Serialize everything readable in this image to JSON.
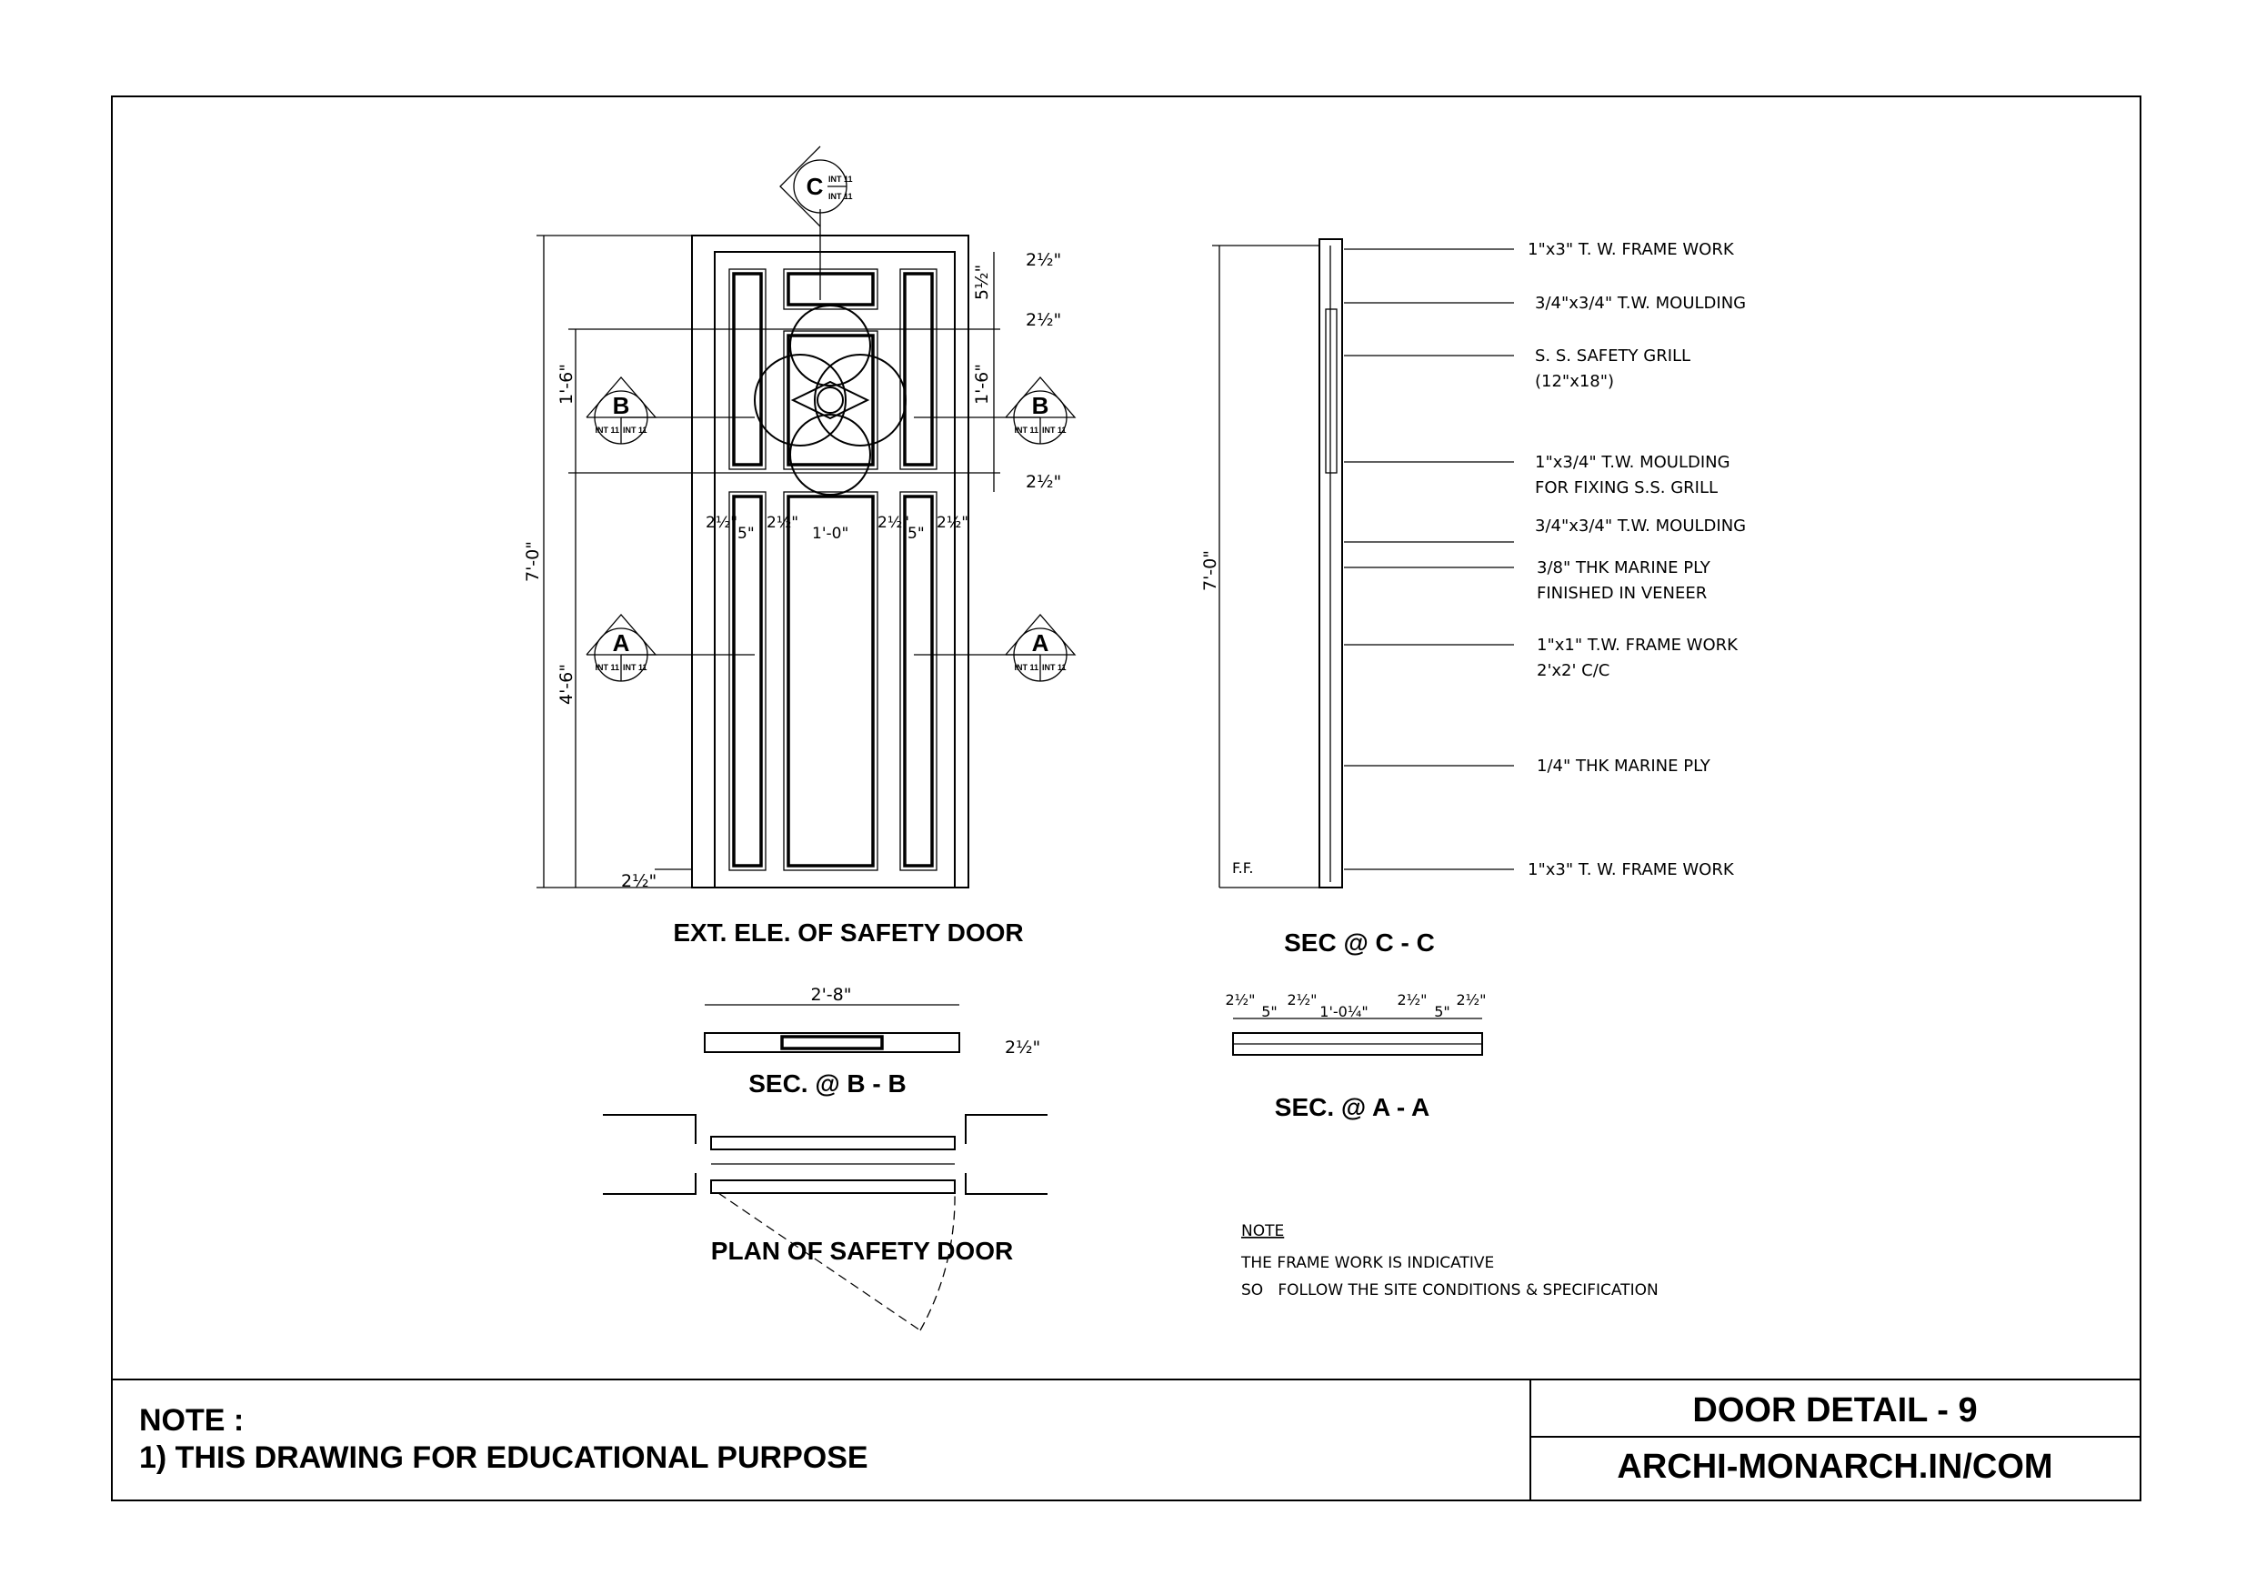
{
  "elevation": {
    "title": "EXT. ELE. OF SAFETY DOOR",
    "dims": {
      "overall": "7'-0\"",
      "upper": "1'-6\"",
      "lower": "4'-6\"",
      "rail": "2½\"",
      "top_panel": "5½\"",
      "stile": "2½\"",
      "side_panel": "5\"",
      "center_panel": "1'-0\""
    },
    "markers": {
      "c": "C",
      "b": "B",
      "a": "A",
      "ref": "INT 11"
    }
  },
  "section_cc": {
    "title": "SEC @ C - C",
    "height": "7'-0\"",
    "ff": "F.F.",
    "labels": [
      [
        "1\"x3\" T. W. FRAME WORK"
      ],
      [
        "3/4\"x3/4\" T.W. MOULDING"
      ],
      [
        "S. S. SAFETY GRILL",
        "(12\"x18\")"
      ],
      [
        "1\"x3/4\" T.W. MOULDING",
        "FOR FIXING S.S. GRILL"
      ],
      [
        "3/4\"x3/4\" T.W. MOULDING"
      ],
      [
        "3/8\" THK MARINE PLY",
        "FINISHED IN VENEER"
      ],
      [
        "1\"x1\" T.W. FRAME WORK",
        "2'x2' C/C"
      ],
      [
        "1/4\" THK MARINE PLY"
      ],
      [
        "1\"x3\" T. W. FRAME WORK"
      ]
    ]
  },
  "section_bb": {
    "title": "SEC. @ B - B",
    "width": "2'-8\"",
    "thickness": "2½\""
  },
  "section_aa": {
    "title": "SEC. @ A - A",
    "dims": [
      "2½\"",
      "5\"",
      "2½\"",
      "1'-0¼\"",
      "2½\"",
      "5\"",
      "2½\""
    ]
  },
  "plan": {
    "title": "PLAN OF SAFETY DOOR"
  },
  "drawing_note": {
    "heading": "NOTE",
    "lines": [
      "THE FRAME WORK IS INDICATIVE",
      "SO   FOLLOW THE SITE CONDITIONS & SPECIFICATION"
    ]
  },
  "title_block": {
    "note_heading": "NOTE :",
    "note_line": "1) THIS DRAWING FOR EDUCATIONAL PURPOSE",
    "title": "DOOR DETAIL - 9",
    "website": "ARCHI-MONARCH.IN/COM"
  }
}
